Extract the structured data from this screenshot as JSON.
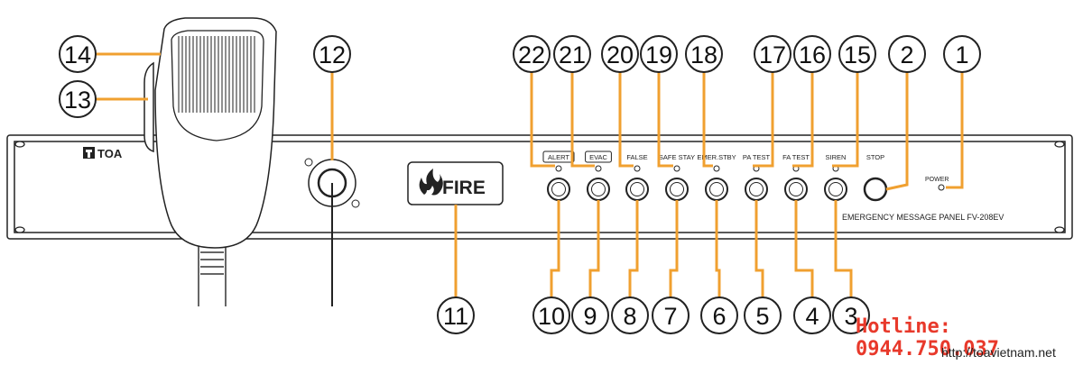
{
  "panel": {
    "brand": "TOA",
    "model_label": "EMERGENCY MESSAGE PANEL FV-208EV",
    "fire_label": "FIRE",
    "power_label": "POWER"
  },
  "buttons": [
    {
      "label": "ALERT",
      "boxed": true,
      "top_callout": "22",
      "bottom_callout": "10"
    },
    {
      "label": "EVAC",
      "boxed": true,
      "top_callout": "21",
      "bottom_callout": "9"
    },
    {
      "label": "FALSE",
      "boxed": false,
      "top_callout": "20",
      "bottom_callout": "8"
    },
    {
      "label": "SAFE STAY",
      "boxed": false,
      "top_callout": "19",
      "bottom_callout": "7"
    },
    {
      "label": "EMER.STBY",
      "boxed": false,
      "top_callout": "18",
      "bottom_callout": "6"
    },
    {
      "label": "PA TEST",
      "boxed": false,
      "top_callout": "17",
      "bottom_callout": "5"
    },
    {
      "label": "FA TEST",
      "boxed": false,
      "top_callout": "16",
      "bottom_callout": "4"
    },
    {
      "label": "SIREN",
      "boxed": false,
      "top_callout": "15",
      "bottom_callout": "3"
    },
    {
      "label": "STOP",
      "boxed": false,
      "top_callout": "2",
      "bottom_callout": ""
    }
  ],
  "callouts": {
    "power": "1",
    "mic_top": "14",
    "mic_side": "13",
    "mic_jack": "12",
    "fire_indicator": "11"
  },
  "watermark": {
    "hotline": "Hotline: 0944.750.037",
    "url": "http://toavietnam.net"
  },
  "colors": {
    "leader": "#f0a030",
    "line": "#222222",
    "hotline": "#e8392b"
  }
}
